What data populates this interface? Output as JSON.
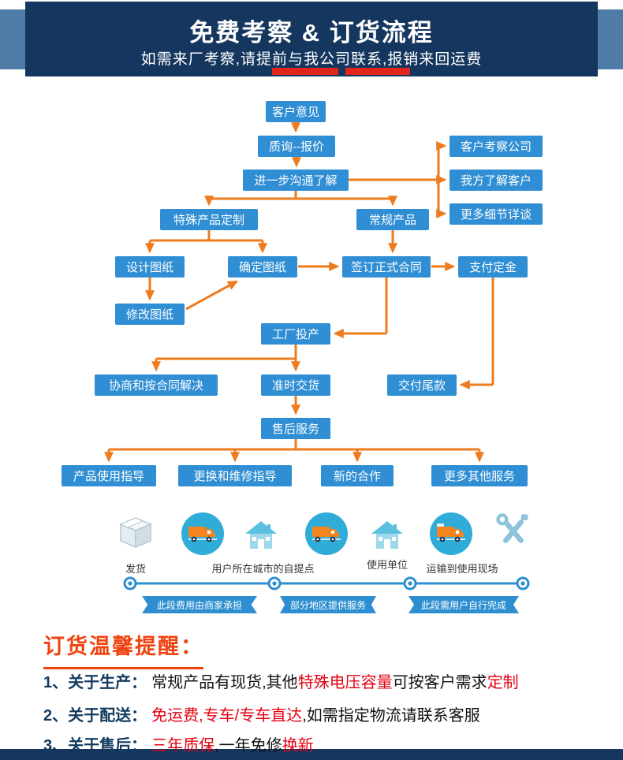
{
  "header": {
    "title": "免费考察 & 订货流程",
    "subtitle": "如需来厂考察,请提前与我公司联系,报销来回运费"
  },
  "flow": {
    "nodes": [
      {
        "label": "客户意见"
      },
      {
        "label": "质询--报价"
      },
      {
        "label": "进一步沟通了解"
      },
      {
        "label": "客户考察公司"
      },
      {
        "label": "我方了解客户"
      },
      {
        "label": "更多细节详谈"
      },
      {
        "label": "特殊产品定制"
      },
      {
        "label": "常规产品"
      },
      {
        "label": "设计图纸"
      },
      {
        "label": "确定图纸"
      },
      {
        "label": "签订正式合同"
      },
      {
        "label": "支付定金"
      },
      {
        "label": "修改图纸"
      },
      {
        "label": "工厂投产"
      },
      {
        "label": "协商和按合同解决"
      },
      {
        "label": "准时交货"
      },
      {
        "label": "交付尾款"
      },
      {
        "label": "售后服务"
      },
      {
        "label": "产品使用指导"
      },
      {
        "label": "更换和维修指导"
      },
      {
        "label": "新的合作"
      },
      {
        "label": "更多其他服务"
      }
    ]
  },
  "logistics": {
    "labels": [
      "发货",
      "用户所在城市的自提点",
      "使用单位",
      "运输到使用现场"
    ],
    "ribbons": [
      "此段费用由商家承担",
      "部分地区提供服务",
      "此段需用户自行完成"
    ],
    "icons": [
      "package-icon",
      "delivery-truck-icon",
      "pickup-house-icon",
      "delivery-truck-icon",
      "company-house-icon",
      "transport-truck-icon",
      "tools-icon"
    ]
  },
  "reminder": {
    "title": "订货温馨提醒：",
    "items": [
      {
        "label": "1、关于生产：",
        "segments": [
          {
            "text": "常规产品有现货,其他",
            "color": "dark"
          },
          {
            "text": "特殊电压容量",
            "color": "red"
          },
          {
            "text": "可按客户需求",
            "color": "dark"
          },
          {
            "text": "定制",
            "color": "red"
          }
        ]
      },
      {
        "label": "2、关于配送：",
        "segments": [
          {
            "text": "免运费,专车/专车直达",
            "color": "red"
          },
          {
            "text": ",如需指定物流请联系客服",
            "color": "dark"
          }
        ]
      },
      {
        "label": "3、关于售后：",
        "segments": [
          {
            "text": "三年质保",
            "color": "red"
          },
          {
            "text": ",一年免修",
            "color": "dark"
          },
          {
            "text": "换新",
            "color": "red"
          }
        ]
      }
    ]
  },
  "colors": {
    "navy": "#15365e",
    "steel_blue": "#4e7ca6",
    "box_blue": "#2f8ed4",
    "arrow_orange": "#ee7b1e",
    "accent_red": "#e60012",
    "timeline_blue": "#2e8fd0"
  }
}
